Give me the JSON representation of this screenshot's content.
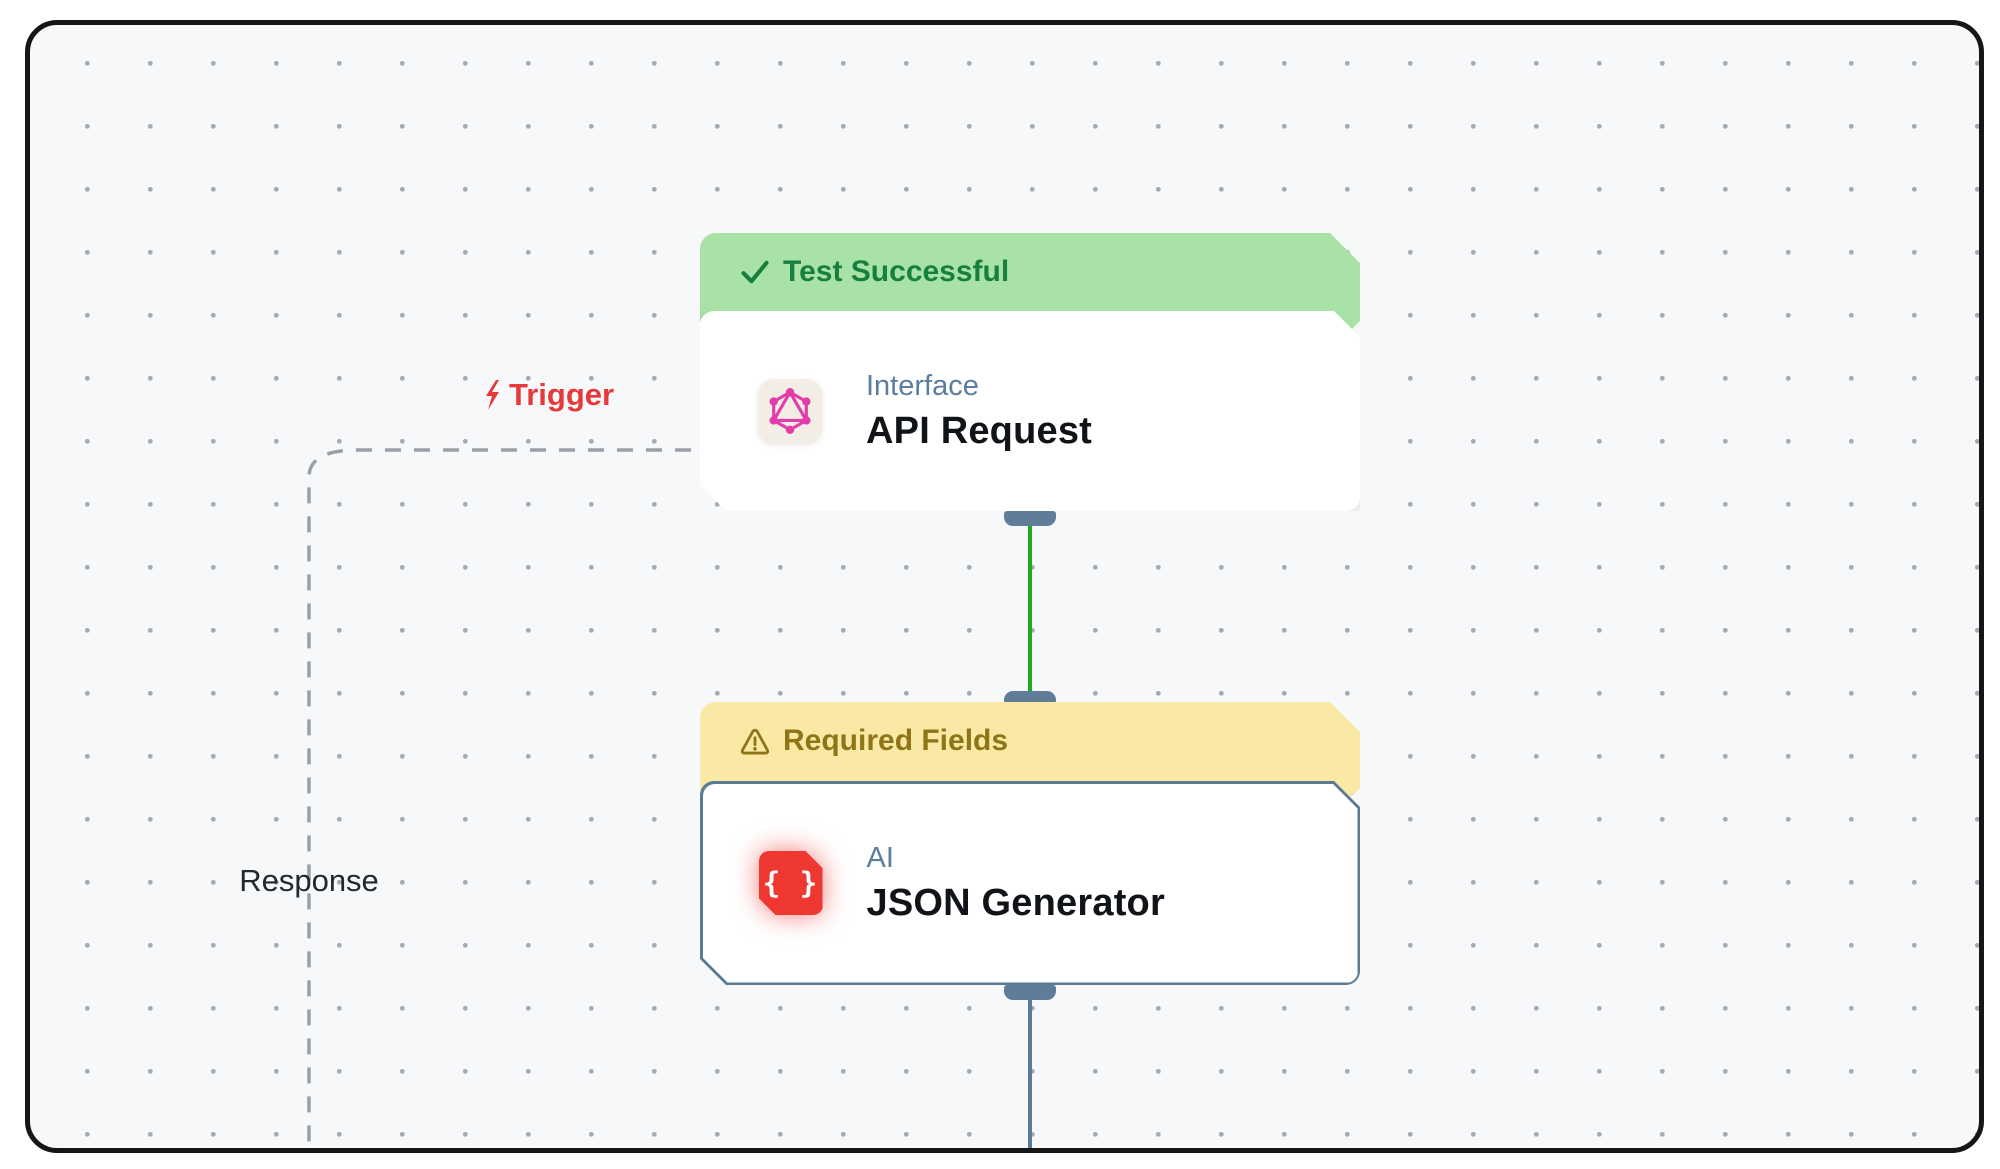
{
  "canvas_labels": {
    "trigger": "Trigger",
    "response": "Response"
  },
  "nodes": {
    "api_request": {
      "status_banner": "Test Successful",
      "category": "Interface",
      "title": "API Request"
    },
    "json_generator": {
      "status_banner": "Required Fields",
      "category": "AI",
      "title": "JSON Generator",
      "icon_glyph": "{ }"
    }
  },
  "theme": {
    "canvas_bg": "#f7f8f9",
    "frame_border": "#161616",
    "dot_color": "#a6aab1",
    "success_bg": "#a9e2a6",
    "success_text": "#178040",
    "warning_bg": "#f9e9a4",
    "warning_text": "#8f7517",
    "port_color": "#5f7d99",
    "edge_active": "#1fab1f",
    "edge_default": "#5b7a94",
    "node_border": "#5b7a94",
    "category_text": "#5b7da0",
    "trigger_red": "#e5393b",
    "dash_color": "#9aa0a8",
    "graphql_pink": "#e23daa",
    "json_red": "#ee3831"
  }
}
